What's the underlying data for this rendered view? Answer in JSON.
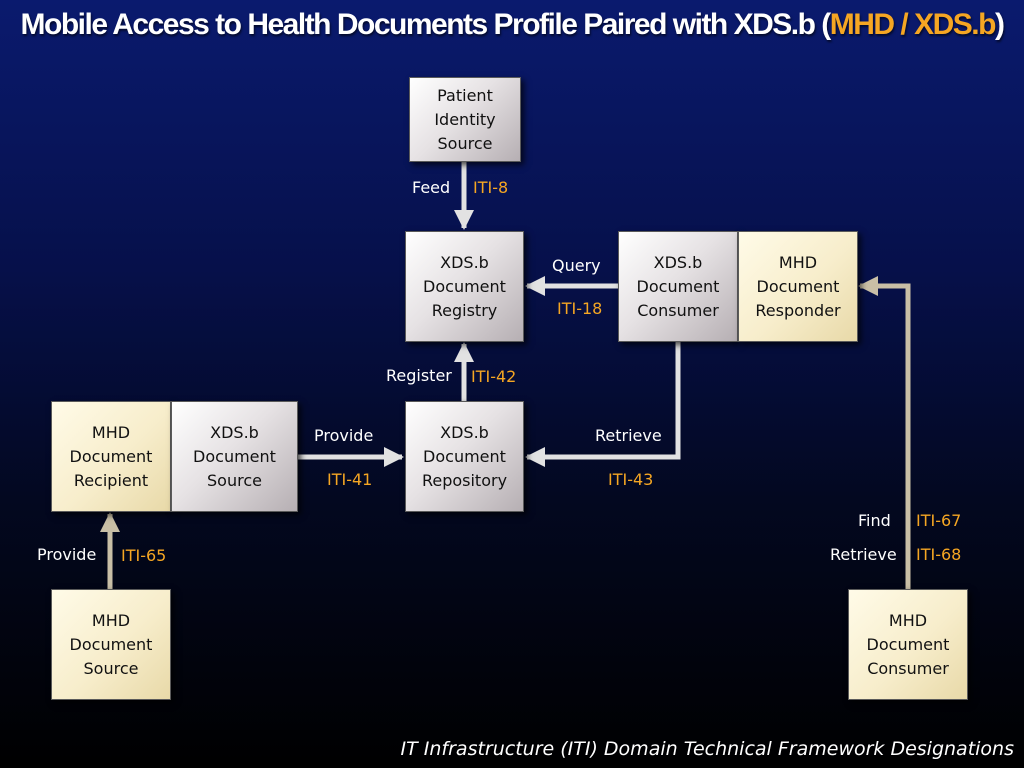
{
  "title": {
    "part1": "Mobile Access to Health Documents Profile  Paired with XDS.b (",
    "mhd": "MHD",
    "sep": " / ",
    "xds": "XDS.b",
    "close": ")"
  },
  "boxes": {
    "pis": "Patient\nIdentity\nSource",
    "registry": "XDS.b\nDocument\nRegistry",
    "consumer_xds": "XDS.b\nDocument\nConsumer",
    "responder": "MHD\nDocument\nResponder",
    "recipient": "MHD\nDocument\nRecipient",
    "source_xds": "XDS.b\nDocument\nSource",
    "repository": "XDS.b\nDocument\nRepository",
    "mhd_source": "MHD\nDocument\nSource",
    "mhd_consumer": "MHD\nDocument\nConsumer"
  },
  "labels": {
    "feed": "Feed",
    "iti8": "ITI-8",
    "query": "Query",
    "iti18": "ITI-18",
    "register": "Register",
    "iti42": "ITI-42",
    "provide41": "Provide",
    "iti41": "ITI-41",
    "retrieve43": "Retrieve",
    "iti43": "ITI-43",
    "provide65": "Provide",
    "iti65": "ITI-65",
    "find": "Find",
    "iti67": "ITI-67",
    "retrieve68": "Retrieve",
    "iti68": "ITI-68"
  },
  "footer": "IT Infrastructure (ITI) Domain Technical Framework Designations",
  "colors": {
    "accent": "#f5a623",
    "arrow": "#e2e2e2",
    "arrow_mhd": "#c9bfa6"
  }
}
